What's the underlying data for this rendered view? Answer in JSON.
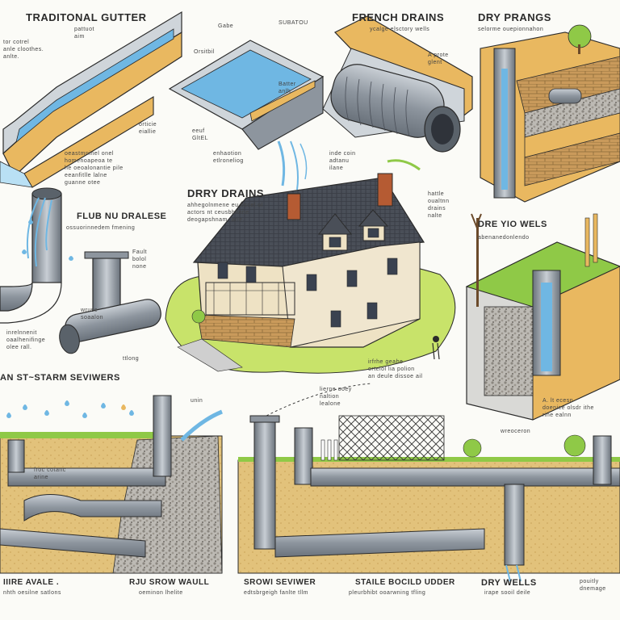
{
  "sections": {
    "traditional_gutter": {
      "title": "TRADITONAL GUTTER",
      "note": "Batter\nanlh"
    },
    "french_drains": {
      "title": "FRENCH DRAINS",
      "subtitle": "ycalge elsctory wells"
    },
    "dry_prangs": {
      "title": "DRY PRANGS",
      "subtitle": "selorme ouepionnahon"
    },
    "flue_drainage": {
      "title": "FLUB NU DRALESE",
      "subtitle": "ossuorinnedem fmening"
    },
    "dry_drains_center": {
      "title": "DRRY DRAINS",
      "subtitle": "ahhegolnmene eu oscel ol\nactors nt ceusbhilone\ndeogapshnam. arle."
    },
    "dry_yio_wels": {
      "title": "DRE YIO WELS",
      "subtitle": "abenanedonlendo"
    },
    "storm_sewers": {
      "title": "AN ST~STARM SEVIWERS"
    },
    "bottom_labels": [
      {
        "title": "IIIRE AVALE .",
        "note": "nhth oesilne satlons"
      },
      {
        "title": "RJU SROW WAULL",
        "note": "oeminon lhelite"
      },
      {
        "title": "SROWI SEVIWER",
        "note": "edtsbrgeigh fanlte tllm"
      },
      {
        "title": "STAILE BOCILD UDDER",
        "note": "pleurbhibt ooarwning tfling"
      },
      {
        "title": "DRY WELLS",
        "note": "irape sooil deile"
      },
      {
        "title": "",
        "note": "pouitly\ndnemage"
      }
    ]
  },
  "annotations": {
    "gutter_left": "tor cotrel\nanle cloothes.\nanlte.",
    "gutter_top": "pattuot\naim",
    "gutter_mid1": "Orsitbil",
    "gutter_mid2": "Gabe",
    "subato": "SUBATOU",
    "french_note": "A prote\nglent",
    "gutter_stretch": "orticie\neiallie",
    "eeuf": "eeuf\nGltEL",
    "extension": "enhaotion\netlroneliog",
    "gutter_descr": "oeastmninel onel\nhomenoapeoa te\nhe oeoalonantie pile\neeanfitlle lalne\nguanne otee",
    "inde_coin": "inde coin\nadtanu\nilane",
    "trust_cetain": "hattle\noualtnn\ndrains\nnalte",
    "fault_pipe": "Fault\nbolol\nnone",
    "wruse": "wruse\nsoaalon",
    "thinng": "ttlong",
    "inrement": "inrelnnenit\noaalhenifinge\nolee rall.",
    "center_right": "irfrhe geabe\norteiol lia polion\nan deule dissoe ail",
    "center_bottom": "lierne ooey\nnaltion\nlealone",
    "well_right": "A. lt ecesn\ndoenice olsdr ithe\nrine ealnn",
    "well_bottom": "wreoceron",
    "storm_left": "froc cotanc\narine",
    "unin": "unin"
  },
  "colors": {
    "sky_blue": "#b9e0f4",
    "water": "#6fb7e3",
    "pipe": "#9aa2ab",
    "soil": "#e2c27b",
    "grass": "#8fc947",
    "wood": "#e9b860",
    "roof": "#4a4f58"
  }
}
